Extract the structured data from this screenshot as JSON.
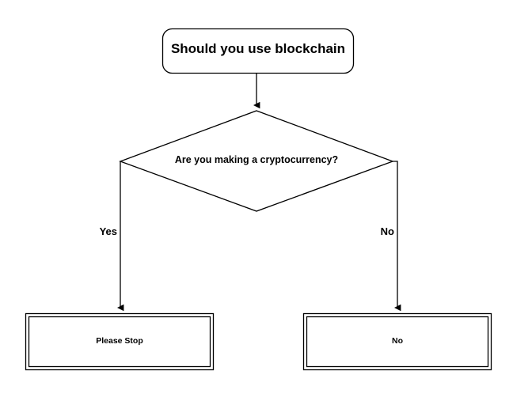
{
  "diagram": {
    "title": "Should you use blockchain",
    "background_color": "#ffffff",
    "stroke_color": "#000000",
    "nodes": {
      "start": {
        "shape": "rounded-rectangle",
        "label": "Should you use blockchain"
      },
      "decision": {
        "shape": "diamond",
        "label": "Are you making a cryptocurrency?"
      },
      "terminal_left": {
        "shape": "double-rectangle",
        "label": "Please Stop"
      },
      "terminal_right": {
        "shape": "double-rectangle",
        "label": "No"
      }
    },
    "edges": {
      "start_to_decision": {
        "label": ""
      },
      "decision_to_left": {
        "label": "Yes"
      },
      "decision_to_right": {
        "label": "No"
      }
    }
  }
}
